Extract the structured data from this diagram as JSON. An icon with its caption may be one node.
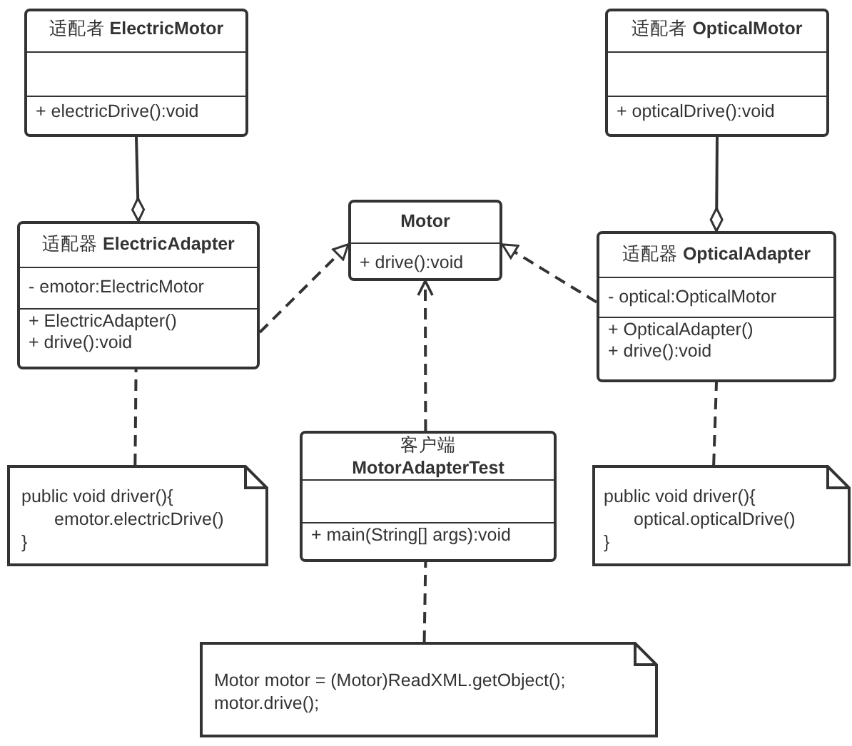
{
  "diagram": {
    "nodes": [
      {
        "text": [
          "适配者 **ElectricMotor**",
          "+ electricDrive():void"
        ]
      },
      {
        "text": [
          "适配器 **ElectricAdapter**",
          "- emotor:ElectricMotor",
          "+ ElectricAdapter()",
          "+ drive():void"
        ]
      },
      {
        "text": [
          "Motor",
          "+ drive():void"
        ]
      },
      {
        "text": [
          "适配者 **OpticalMotor**",
          "+ opticalDrive():void"
        ]
      },
      {
        "text": [
          "适配器 **OpticalAdapter**",
          "- optical:OpticalMotor",
          "+ OpticalAdapter()",
          "+ drive():void"
        ]
      },
      {
        "text": [
          "客户端 **MotorAdapterTest**",
          "+ main(String[] args):void"
        ]
      },
      {
        "text": [
          "public void driver(){",
          "emotor.electricDrive()",
          "}"
        ]
      },
      {
        "text": [
          "public void driver(){",
          "optical.opticalDrive()",
          "}"
        ]
      },
      {
        "text": [
          "Motor motor = (Motor)ReadXML.getObject();",
          "motor.drive();"
        ]
      }
    ],
    "edges": [
      {
        "from": 1,
        "to": 0,
        "arrow": "other"
      },
      {
        "from": 1,
        "to": 2,
        "arrow": "to",
        "style": "dashed"
      },
      {
        "from": 4,
        "to": 3,
        "arrow": "other"
      },
      {
        "from": 4,
        "to": 2,
        "arrow": "to",
        "style": "dashed"
      },
      {
        "from": 5,
        "to": 2,
        "arrow": "to",
        "style": "dashed"
      },
      {
        "from": 6,
        "to": 1,
        "arrow": "none",
        "style": "dashed"
      },
      {
        "from": 7,
        "to": 4,
        "arrow": "none",
        "style": "dashed"
      },
      {
        "from": 8,
        "to": 5,
        "arrow": "none",
        "style": "dashed"
      }
    ]
  }
}
